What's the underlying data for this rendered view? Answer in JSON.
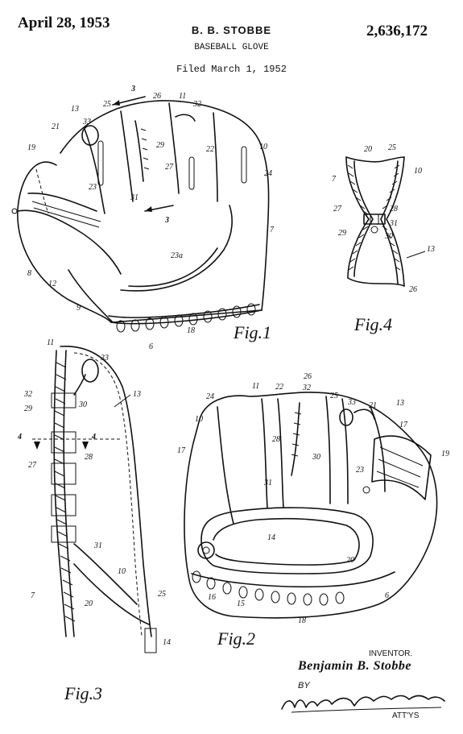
{
  "header": {
    "date": "April 28, 1953",
    "inventor": "B. B. STOBBE",
    "title": "BASEBALL GLOVE",
    "filed": "Filed March 1, 1952",
    "patent_number": "2,636,172"
  },
  "signature": {
    "inventor_label": "INVENTOR.",
    "inventor_name": "Benjamin B. Stobbe",
    "by_label": "BY",
    "attorney_signature": "Murray, Sackhoff & Murray",
    "attorneys_label": "ATT'YS"
  },
  "figures": {
    "fig1": {
      "caption": "Fig. 1",
      "labels": [
        "3",
        "26",
        "11",
        "32",
        "13",
        "25",
        "33",
        "21",
        "19",
        "29",
        "22",
        "10",
        "27",
        "24",
        "23",
        "31",
        "3",
        "7",
        "23a",
        "8",
        "12",
        "9",
        "6",
        "18"
      ]
    },
    "fig2": {
      "caption": "Fig. 2",
      "labels": [
        "26",
        "11",
        "22",
        "32",
        "25",
        "33",
        "21",
        "13",
        "24",
        "17",
        "10",
        "28",
        "17",
        "30",
        "23",
        "19",
        "31",
        "14",
        "20",
        "16",
        "15",
        "18",
        "6"
      ]
    },
    "fig3": {
      "caption": "Fig. 3",
      "labels": [
        "11",
        "33",
        "32",
        "30",
        "13",
        "29",
        "4",
        "4",
        "28",
        "27",
        "31",
        "10",
        "7",
        "25",
        "20",
        "14"
      ]
    },
    "fig4": {
      "caption": "Fig. 4",
      "labels": [
        "20",
        "25",
        "7",
        "10",
        "27",
        "28",
        "31",
        "29",
        "30",
        "13",
        "26"
      ]
    }
  }
}
